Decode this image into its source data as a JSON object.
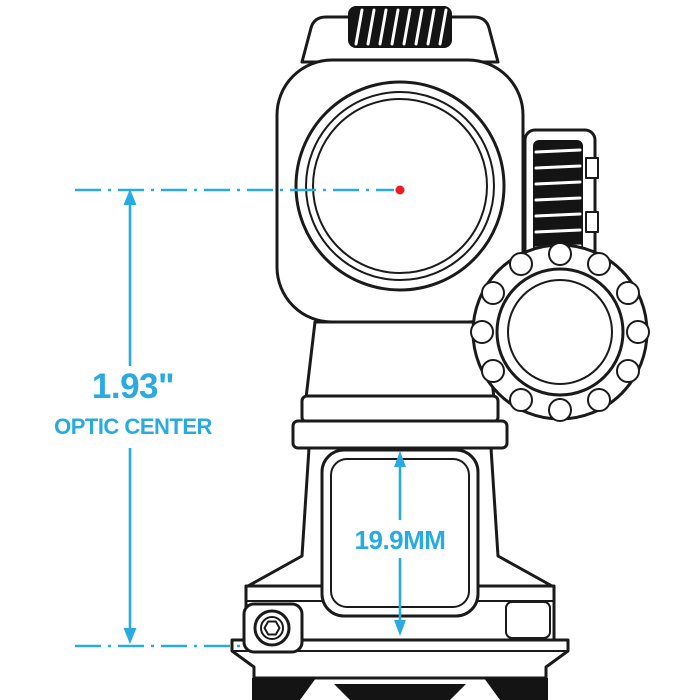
{
  "diagram": {
    "labels": {
      "optic_height": "1.93\"",
      "optic_height_caption": "OPTIC CENTER",
      "window_height": "19.9MM"
    },
    "colors": {
      "dimension_accent": "#29abe2",
      "drawing_line": "#1a1a1a",
      "red_dot": "#ec1c24",
      "background": "#ffffff"
    }
  }
}
